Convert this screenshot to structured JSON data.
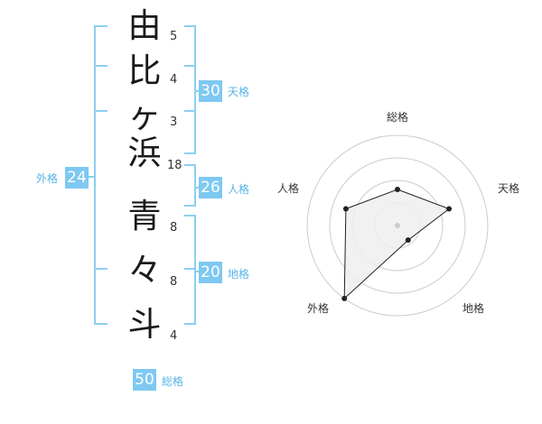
{
  "theme": {
    "bracket_color": "#8ccff0",
    "accent_color": "#7ec8f2",
    "label_color": "#58b4e6",
    "char_color": "#1a1a1a"
  },
  "name": {
    "characters": [
      {
        "char": "由",
        "strokes": "5"
      },
      {
        "char": "比",
        "strokes": "4"
      },
      {
        "char": "ヶ",
        "strokes": "3"
      },
      {
        "char": "浜",
        "strokes": "18"
      },
      {
        "char": "青",
        "strokes": "8"
      },
      {
        "char": "々",
        "strokes": "8"
      },
      {
        "char": "斗",
        "strokes": "4"
      }
    ]
  },
  "fortune": {
    "tenkaku": {
      "value": "30",
      "label": "天格"
    },
    "jinkaku": {
      "value": "26",
      "label": "人格"
    },
    "chikaku": {
      "value": "20",
      "label": "地格"
    },
    "gaikaku": {
      "value": "24",
      "label": "外格"
    },
    "soukaku": {
      "value": "50",
      "label": "総格"
    }
  },
  "chart_data": {
    "type": "radar",
    "axes": [
      "総格",
      "天格",
      "地格",
      "外格",
      "人格"
    ],
    "values": [
      2,
      3,
      1,
      5,
      3
    ],
    "rmax": 5,
    "rings": 4,
    "fill_color": "#eeeeee",
    "line_color": "#222222",
    "grid_color": "#cccccc",
    "center_color": "#cccccc"
  }
}
